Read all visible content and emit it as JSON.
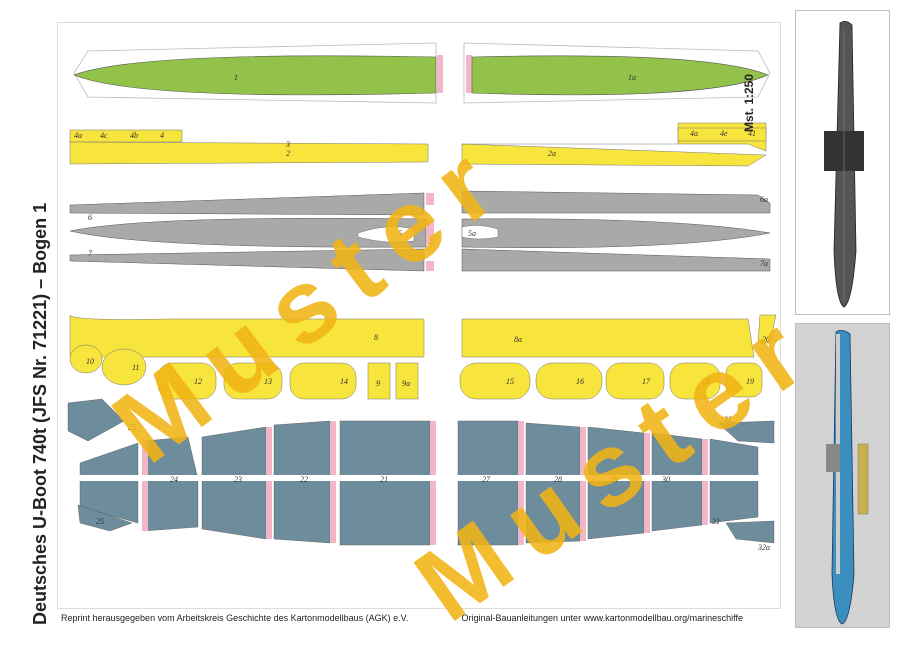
{
  "title": "Deutsches U-Boot 740t (JFS Nr. 71221) – Bogen 1",
  "scale": "Mst. 1:250",
  "footer": {
    "left": "Reprint herausgegeben vom Arbeitskreis Geschichte des Kartonmodellbaus (AGK) e.V.",
    "right_prefix": "Original-Bauanleitungen unter ",
    "right_link": "www.kartonmodellbau.org/marineschiffe"
  },
  "watermark": {
    "text1": "Muster",
    "text2": "Muster"
  },
  "part_labels": {
    "p1": "1",
    "p1a": "1a",
    "p2": "2",
    "p2a": "2a",
    "p3": "3",
    "p4": "4",
    "p4a": "4a",
    "p4b": "4b",
    "p4c": "4c",
    "p4e": "4e",
    "p41": "41",
    "p5": "5",
    "p5a": "5a",
    "p6": "6",
    "p6a": "6a",
    "p7": "7",
    "p7a": "7a",
    "p8": "8",
    "p8a": "8a",
    "p9": "9",
    "p9a": "9a",
    "p10": "10",
    "p11": "11",
    "p12": "12",
    "p13": "13",
    "p14": "14",
    "p15": "15",
    "p16": "16",
    "p17": "17",
    "p18": "18",
    "p19": "19",
    "p20": "20",
    "p21": "21",
    "p22": "22",
    "p23": "23",
    "p24": "24",
    "p25": "25",
    "p27": "27",
    "p28": "28",
    "p29": "29",
    "p30": "30",
    "p31": "31",
    "p32": "32",
    "p32a": "32a"
  },
  "colors": {
    "green": "#93c24a",
    "yellow": "#f7e43c",
    "gray": "#a9aaa7",
    "blue": "#6d8d9d",
    "pink": "#f2b6c8",
    "watermark": "#f0b414"
  }
}
